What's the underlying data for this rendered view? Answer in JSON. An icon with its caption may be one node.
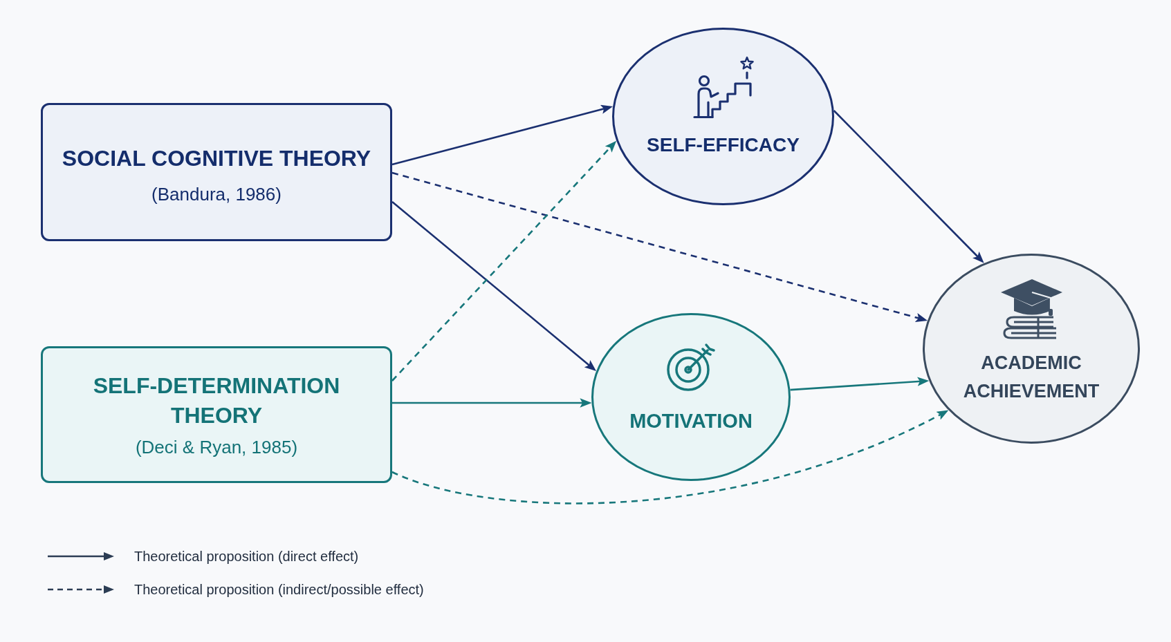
{
  "diagram": {
    "nodes": [
      {
        "text": [
          "SOCIAL COGNITIVE THEORY",
          "(Bandura, 1986)"
        ]
      },
      {
        "text": [
          "SELF-DETERMINATION THEORY",
          "(Deci & Ryan, 1985)"
        ]
      },
      {
        "text": [
          "SELF-EFFICACY"
        ]
      },
      {
        "text": [
          "MOTIVATION"
        ]
      },
      {
        "text": [
          "ACADEMIC ACHIEVEMENT"
        ]
      }
    ],
    "edges": [
      {
        "from": 0,
        "to": 2,
        "arrow": "to"
      },
      {
        "from": 0,
        "to": 4,
        "arrow": "to",
        "style": "dashed"
      },
      {
        "from": 0,
        "to": 3,
        "arrow": "to"
      },
      {
        "from": 1,
        "to": 2,
        "arrow": "to",
        "style": "dashed",
        "color": "#17777b"
      },
      {
        "from": 1,
        "to": 3,
        "arrow": "to",
        "color": "#17777b"
      },
      {
        "from": 1,
        "to": 4,
        "arrow": "to",
        "style": "dashed",
        "color": "#17777b"
      },
      {
        "from": 2,
        "to": 4,
        "arrow": "to"
      },
      {
        "from": 3,
        "to": 4,
        "arrow": "to",
        "color": "#17777b"
      }
    ],
    "legend": [
      {
        "text": "Theoretical proposition (direct effect)"
      },
      {
        "text": "Theoretical proposition (indirect/possible effect)"
      }
    ]
  }
}
